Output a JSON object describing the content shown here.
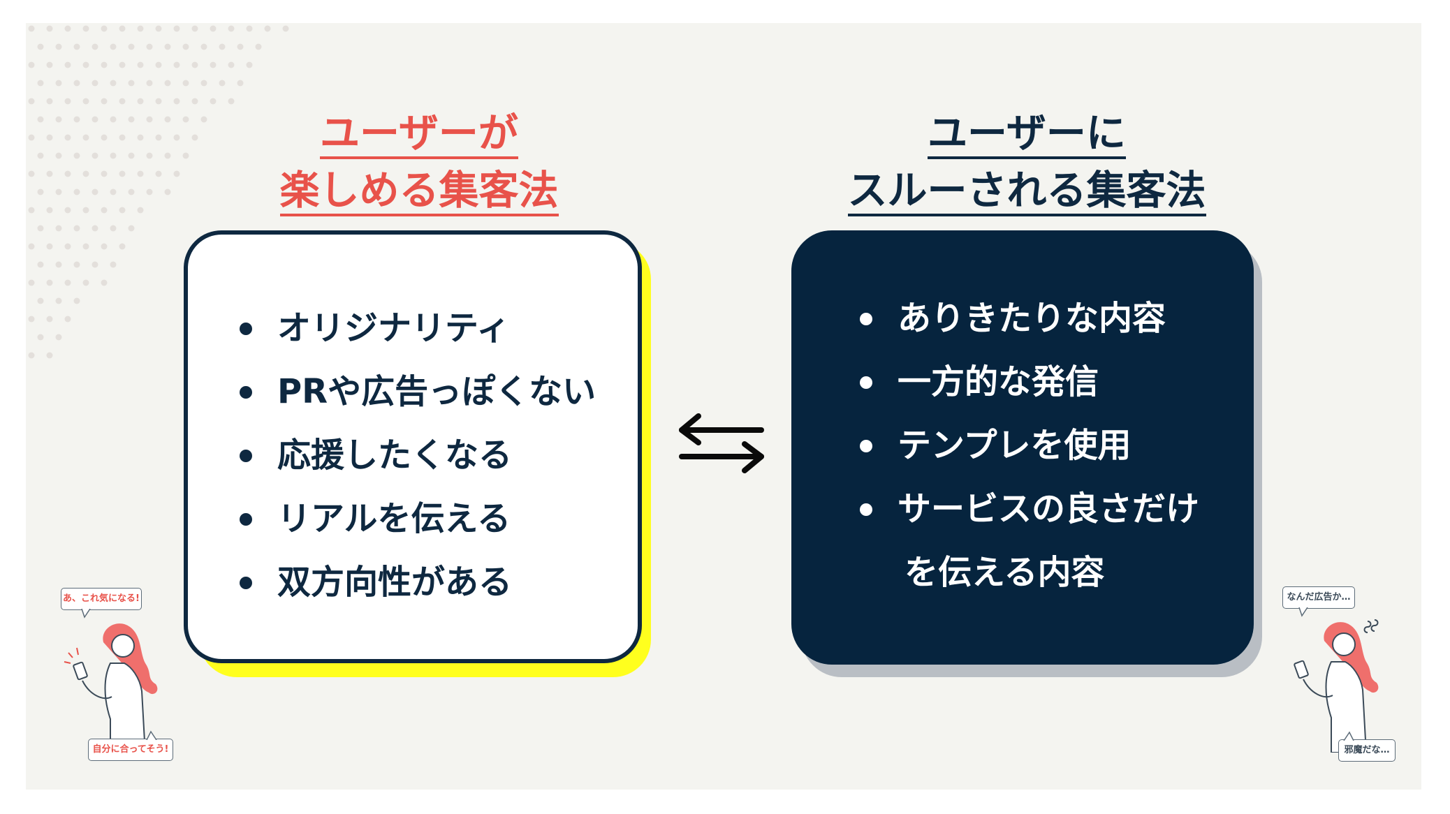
{
  "left": {
    "heading_line1": "ユーザーが",
    "heading_line2": "楽しめる集客法",
    "items": [
      "オリジナリティ",
      "PRや広告っぽくない",
      "応援したくなる",
      "リアルを伝える",
      "双方向性がある"
    ],
    "bubble_top": "あ、これ気になる!",
    "bubble_bottom": "自分に合ってそう!"
  },
  "right": {
    "heading_line1": "ユーザーに",
    "heading_line2": "スルーされる集客法",
    "items": [
      "ありきたりな内容",
      "一方的な発信",
      "テンプレを使用",
      "サービスの良さだけ"
    ],
    "item_continuation": "を伝える内容",
    "bubble_top": "なんだ広告か…",
    "bubble_bottom": "邪魔だな…"
  },
  "center_icon": "exchange-arrows-icon",
  "colors": {
    "background": "#f4f4f0",
    "accent_red": "#e8524a",
    "navy": "#0e2840",
    "yellow": "#ffff1e"
  }
}
